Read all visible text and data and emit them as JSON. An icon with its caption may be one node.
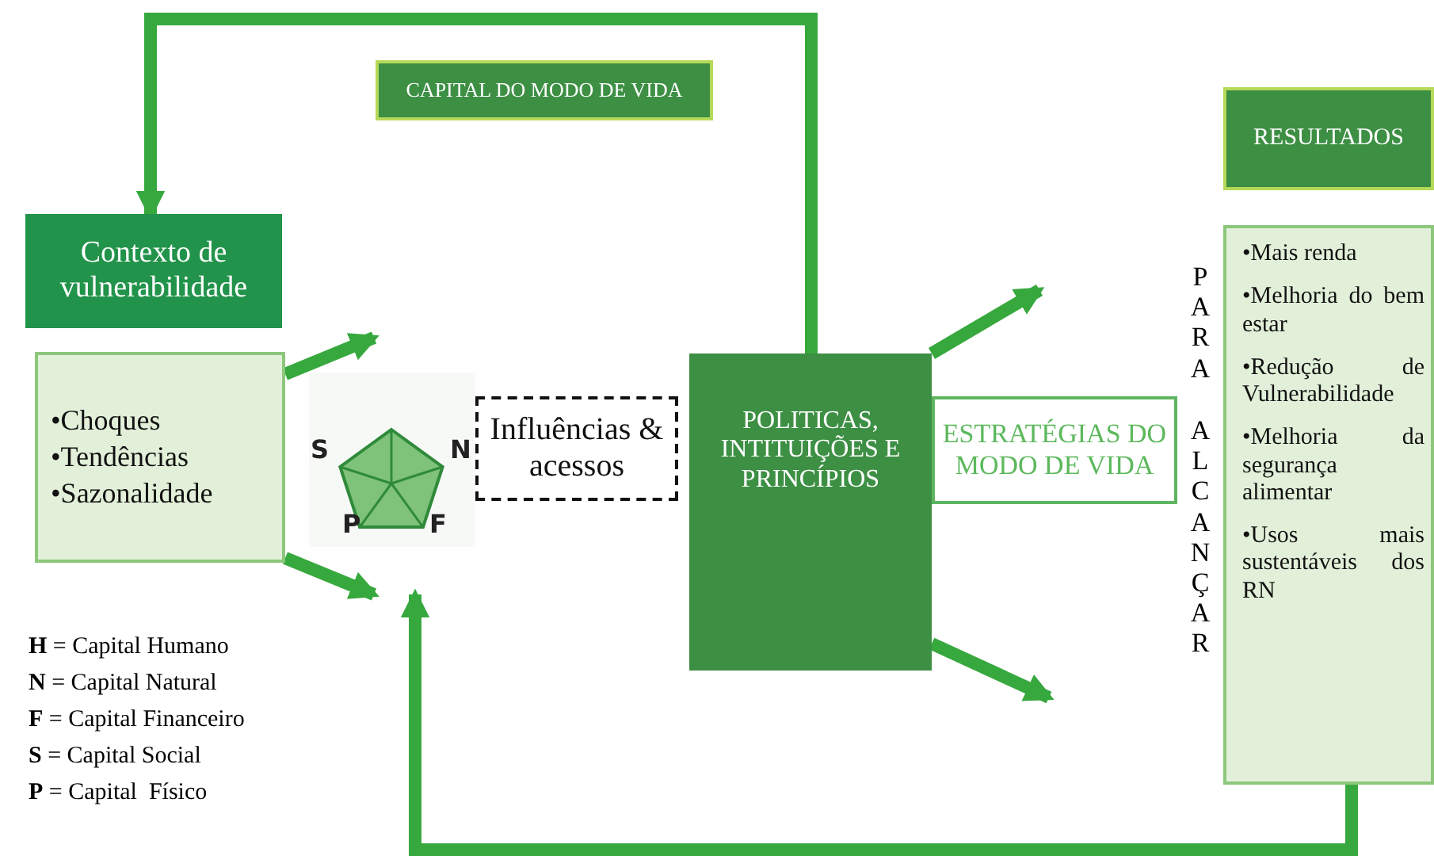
{
  "diagram": {
    "nodes": [
      {
        "text": [
          "CAPITAL DO MODO DE VIDA"
        ]
      },
      {
        "text": [
          "Contexto de vulnerabilidade"
        ]
      },
      {
        "text": [
          "•Choques",
          "•Tendências",
          "•Sazonalidade"
        ]
      },
      {
        "text": [],
        "shape": "picture"
      },
      {
        "text": [
          "Influências & acessos"
        ]
      },
      {
        "text": [
          "POLITICAS, INTITUIÇÕES E PRINCÍPIOS"
        ]
      },
      {
        "text": [
          "ESTRATÉGIAS DO MODO DE VIDA"
        ]
      },
      {
        "text": [
          "RESULTADOS"
        ]
      },
      {
        "text": [
          "•Mais renda",
          "•Melhoria do bem estar",
          "•Redução de Vulnerabilidade",
          "•Melhoria da segurança alimentar",
          "•Usos mais sustentáveis dos RN"
        ]
      }
    ],
    "edges": [
      {
        "from": 5,
        "to": 1,
        "arrow": "to"
      },
      {
        "from": 8,
        "to": 3,
        "arrow": "to"
      },
      {
        "from": 2,
        "to": 3,
        "arrow": "to"
      },
      {
        "from": 2,
        "to": 3,
        "arrow": "to"
      },
      {
        "from": 5,
        "to": null,
        "arrow": "to"
      },
      {
        "from": 5,
        "to": null,
        "arrow": "to"
      }
    ],
    "labels": [
      "S",
      "N",
      "P",
      "F",
      "PARA",
      "ALCANÇAR",
      "**H** = Capital Humano",
      "**N** = Capital Natural",
      "**F** = Capital Financeiro",
      "**S** = Capital Social",
      "**P** = Capital  Físico"
    ]
  }
}
